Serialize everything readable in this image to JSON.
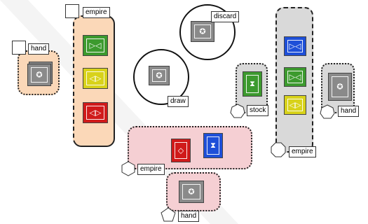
{
  "zones": {
    "player_left_hand": {
      "label": "hand"
    },
    "player_left_empire": {
      "label": "empire"
    },
    "discard": {
      "label": "discard"
    },
    "draw": {
      "label": "draw"
    },
    "bottom_empire": {
      "label": "empire"
    },
    "bottom_hand": {
      "label": "hand"
    },
    "right_stock": {
      "label": "stock"
    },
    "right_empire": {
      "label": "empire"
    },
    "right_hand": {
      "label": "hand"
    }
  },
  "icons": {
    "square": "square-icon",
    "hexagon": "hexagon-icon",
    "pentagon": "pentagon-icon",
    "heptagon": "heptagon-icon"
  },
  "colors": {
    "orange_zone": "#fbd8b8",
    "pink_zone": "#f5cfd3",
    "gray_zone": "#d9d9d9",
    "card_back": "#8a8a8a",
    "green": "#3c9a2e",
    "yellow": "#d8d21a",
    "red": "#d01a1a",
    "blue": "#1e4fd8"
  },
  "cards": {
    "left_empire": [
      "green",
      "yellow",
      "red"
    ],
    "bottom_empire": [
      "red",
      "blue"
    ],
    "right_stock": [
      "green"
    ],
    "right_empire": [
      "blue",
      "green",
      "yellow"
    ]
  }
}
